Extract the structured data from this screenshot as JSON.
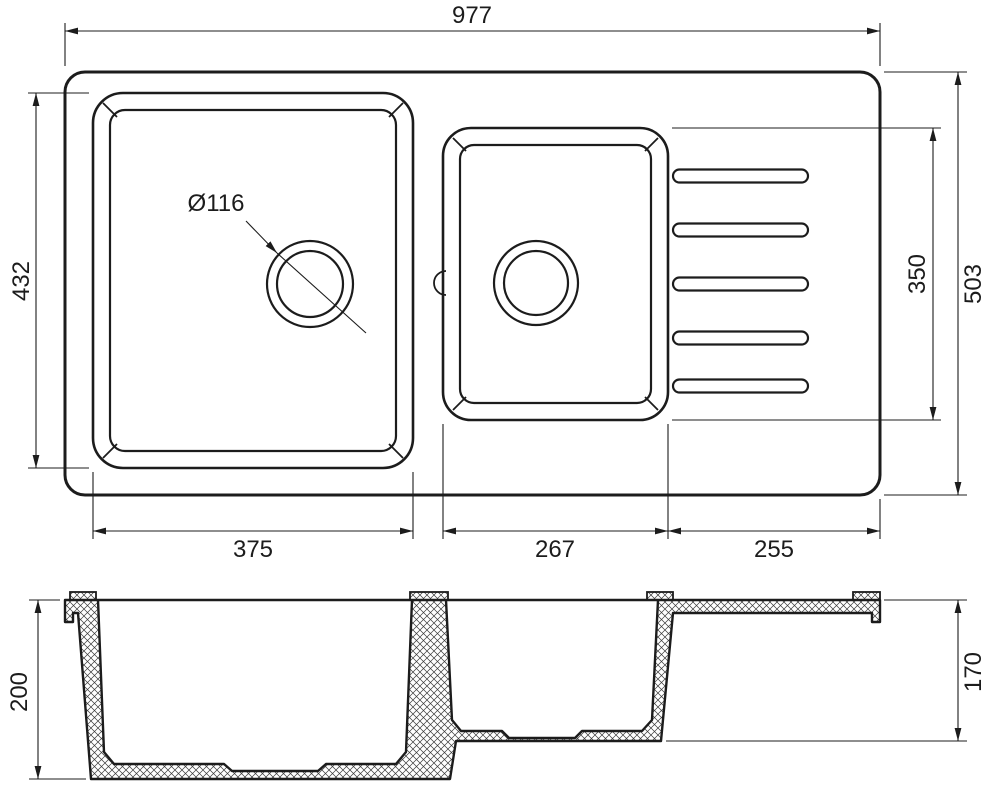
{
  "drawing": {
    "kind": "technical-dimension-drawing",
    "subject": "double-bowl kitchen sink with drainboard, plan view and section view",
    "colors": {
      "line": "#1c1c1c",
      "background": "#ffffff"
    },
    "views": {
      "plan": {
        "dims": {
          "overall_width": "977",
          "overall_height": "503",
          "left_basin_height": "432",
          "middle_basin_height": "350",
          "left_basin_width": "375",
          "middle_basin_width": "267",
          "drainboard_width": "255",
          "drain_diameter": "Ø116"
        }
      },
      "section": {
        "dims": {
          "left_basin_depth": "200",
          "right_basin_depth": "170"
        }
      }
    }
  }
}
